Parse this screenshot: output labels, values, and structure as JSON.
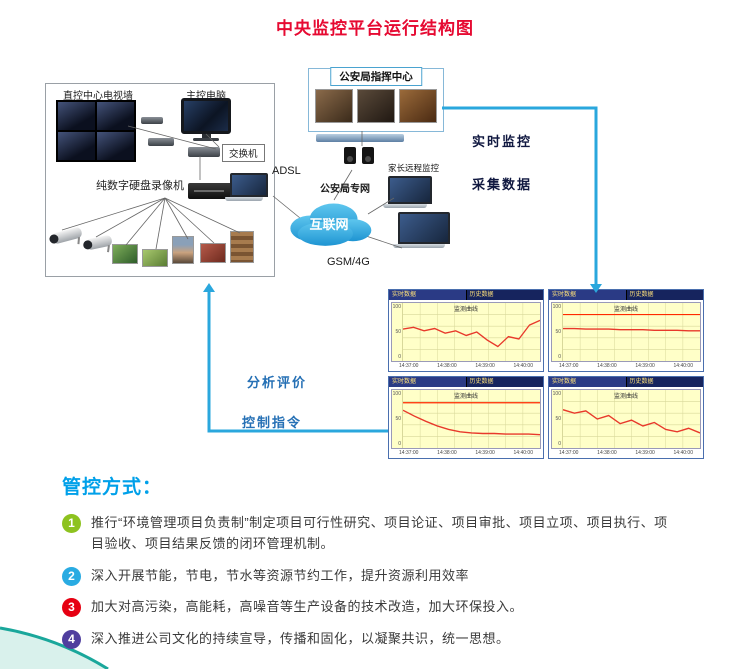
{
  "page": {
    "title": "中央监控平台运行结构图"
  },
  "diagram": {
    "left_box": {
      "tv_wall": "直控中心电视墙",
      "main_pc": "主控电脑",
      "switch": "交换机",
      "dvr": "纯数字硬盘录像机"
    },
    "command_center": "公安局指挥中心",
    "adsl": "ADSL",
    "police_net": "公安局专网",
    "parent_monitor": "家长远程监控",
    "internet": "互联网",
    "gsm": "GSM/4G",
    "flow_labels": {
      "realtime": "实时监控",
      "collect": "采集数据",
      "analysis": "分析评价",
      "control": "控制指令"
    }
  },
  "charts": {
    "ticks": [
      "14:37:00",
      "14:38:00",
      "14:39:00",
      "14:40:00"
    ],
    "ylabels": [
      "100",
      "50",
      "0"
    ],
    "panels": [
      {
        "tab_left": "实时数据",
        "tab_right": "历史数据",
        "title": "监测曲线",
        "values": [
          55,
          58,
          52,
          56,
          48,
          52,
          44,
          50,
          36,
          25,
          42,
          38,
          62,
          70
        ],
        "threshold": null
      },
      {
        "tab_left": "实时数据",
        "tab_right": "历史数据",
        "title": "监测曲线",
        "values": [
          56,
          56,
          55,
          55,
          55,
          54,
          54,
          54,
          53,
          53,
          53,
          52,
          52
        ],
        "threshold": 80
      },
      {
        "tab_left": "实时数据",
        "tab_right": "历史数据",
        "title": "监测曲线",
        "values": [
          65,
          55,
          46,
          38,
          32,
          28,
          26,
          25,
          25,
          24,
          24,
          24,
          23
        ],
        "threshold": 78
      },
      {
        "tab_left": "实时数据",
        "tab_right": "历史数据",
        "title": "监测曲线",
        "values": [
          66,
          60,
          64,
          50,
          56,
          42,
          48,
          38,
          44,
          32,
          28,
          34,
          26
        ],
        "threshold": null
      }
    ]
  },
  "management": {
    "heading": "管控方式：",
    "items": [
      {
        "num": "1",
        "color": "#8dc21f",
        "text": "推行“环境管理项目负责制”制定项目可行性研究、项目论证、项目审批、项目立项、项目执行、项目验收、项目结果反馈的闭环管理机制。"
      },
      {
        "num": "2",
        "color": "#29abe2",
        "text": "深入开展节能，节电，节水等资源节约工作，提升资源利用效率"
      },
      {
        "num": "3",
        "color": "#e60012",
        "text": "加大对高污染，高能耗，高噪音等生产设备的技术改造，加大环保投入。"
      },
      {
        "num": "4",
        "color": "#4f3e9e",
        "text": "深入推进公司文化的持续宣导，传播和固化，以凝聚共识，统一思想。"
      }
    ]
  }
}
